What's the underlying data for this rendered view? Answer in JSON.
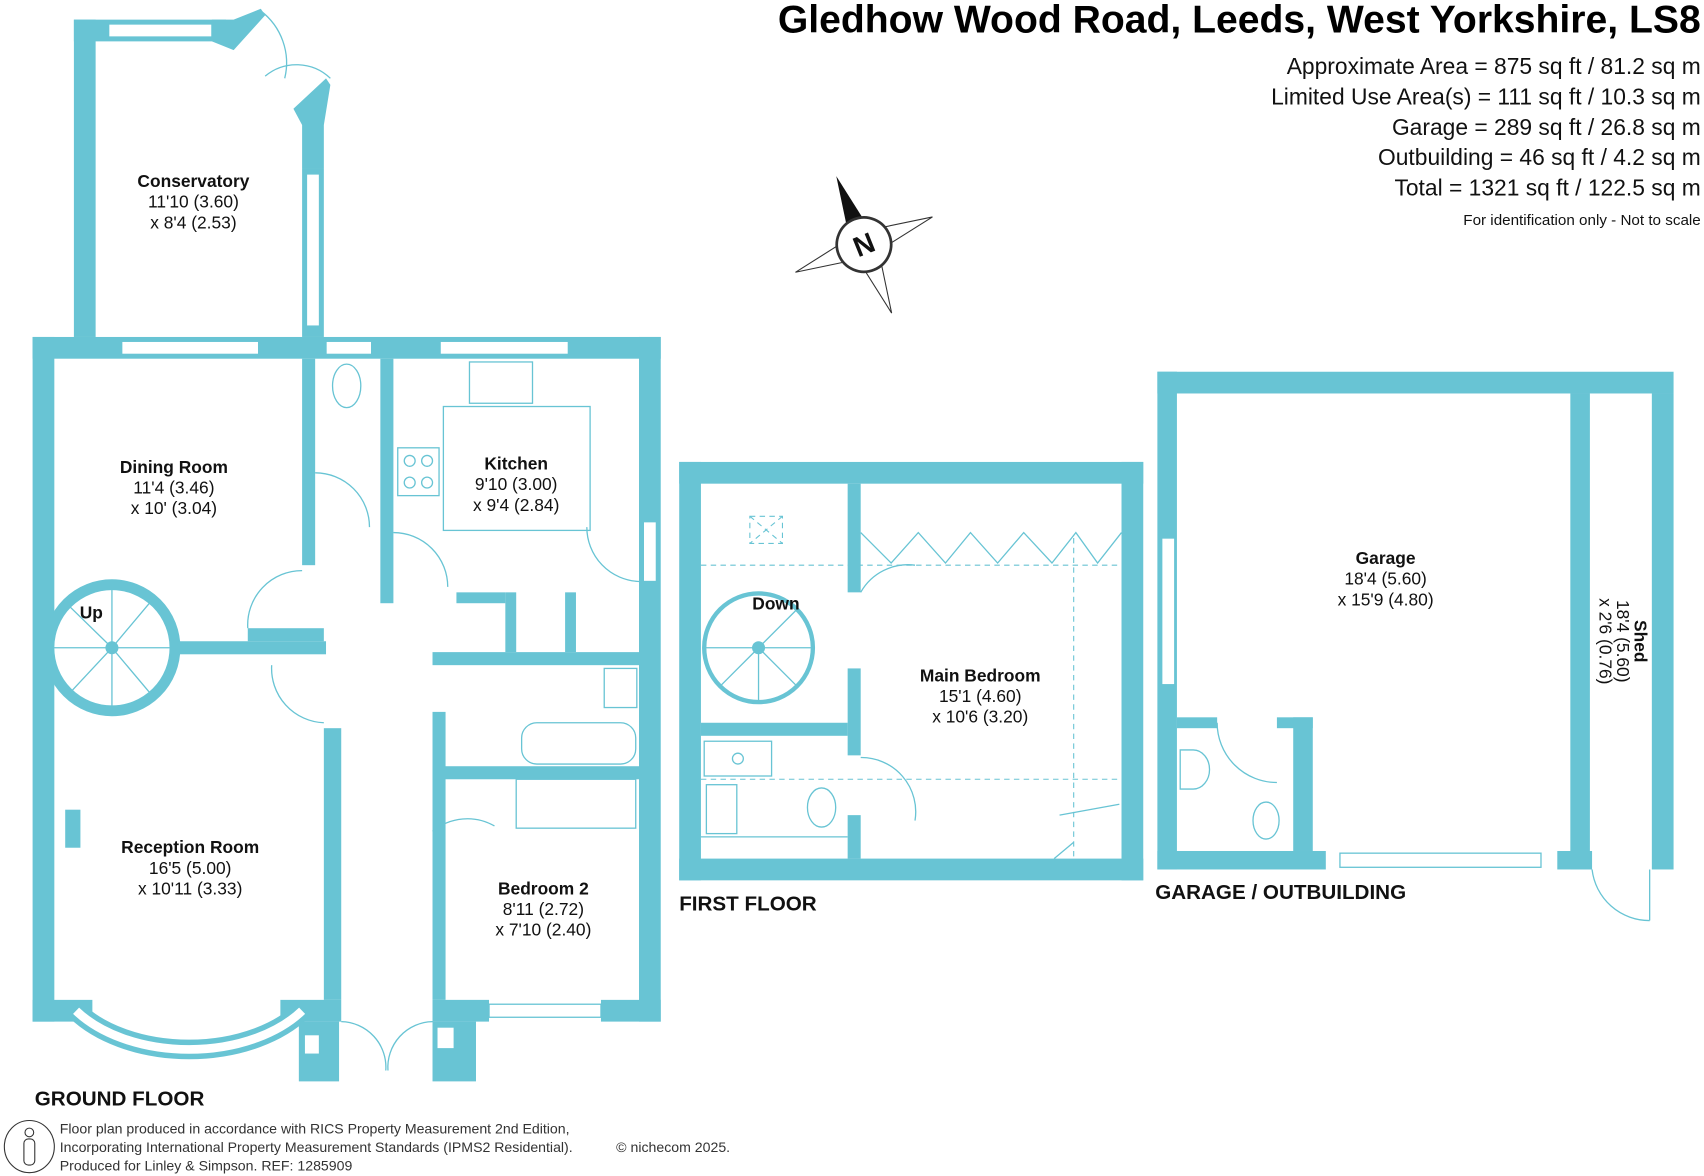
{
  "header": {
    "title": "Gledhow Wood Road, Leeds, West Yorkshire, LS8",
    "areas": [
      "Approximate Area = 875 sq ft / 81.2 sq m",
      "Limited Use Area(s) = 111 sq ft / 10.3 sq m",
      "Garage = 289 sq ft / 26.8 sq m",
      "Outbuilding = 46 sq ft / 4.2 sq m",
      "Total = 1321 sq ft / 122.5 sq m"
    ],
    "disclaimer": "For identification only - Not to scale"
  },
  "compass": {
    "label": "N"
  },
  "ground_floor": {
    "label": "GROUND FLOOR",
    "rooms": [
      {
        "name": "Conservatory",
        "dim1": "11'10 (3.60)",
        "dim2": "x 8'4 (2.53)"
      },
      {
        "name": "Dining Room",
        "dim1": "11'4 (3.46)",
        "dim2": "x 10' (3.04)"
      },
      {
        "name": "Kitchen",
        "dim1": "9'10 (3.00)",
        "dim2": "x 9'4 (2.84)"
      },
      {
        "name": "Reception Room",
        "dim1": "16'5 (5.00)",
        "dim2": "x 10'11 (3.33)"
      },
      {
        "name": "Bedroom 2",
        "dim1": "8'11 (2.72)",
        "dim2": "x 7'10 (2.40)"
      }
    ],
    "stairs_label": "Up"
  },
  "first_floor": {
    "label": "FIRST FLOOR",
    "rooms": [
      {
        "name": "Main Bedroom",
        "dim1": "15'1 (4.60)",
        "dim2": "x 10'6 (3.20)"
      }
    ],
    "stairs_label": "Down"
  },
  "garage_outbuilding": {
    "label": "GARAGE / OUTBUILDING",
    "rooms": [
      {
        "name": "Garage",
        "dim1": "18'4 (5.60)",
        "dim2": "x 15'9 (4.80)"
      },
      {
        "name": "Shed",
        "dim1": "18'4 (5.60)",
        "dim2": "x 2'6 (0.76)"
      }
    ]
  },
  "footer": {
    "lines": [
      "Floor plan produced in accordance with RICS Property Measurement 2nd Edition,",
      "Incorporating International Property Measurement Standards (IPMS2 Residential).",
      "Produced for Linley & Simpson.   REF:  1285909"
    ],
    "copyright": "© nichecom 2025."
  },
  "colors": {
    "wall": "#68c4d4",
    "text": "#111111"
  }
}
